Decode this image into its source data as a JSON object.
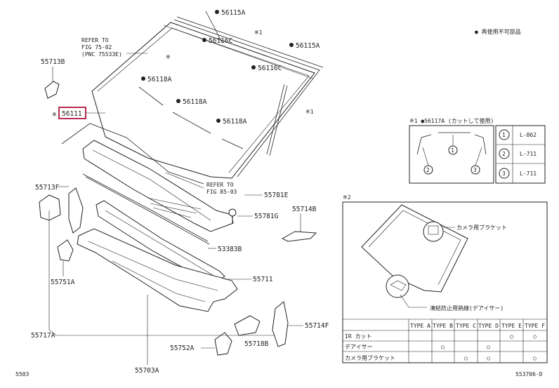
{
  "legend_note": "● 再使用不可部品",
  "refer_top": [
    "REFER TO",
    "FIG 75-02",
    "(PNC 75533E)"
  ],
  "refer_bottom": [
    "REFER TO",
    "FIG 85-03"
  ],
  "part_labels": {
    "p56115A_top": "56115A",
    "p56116C_top": "56116C",
    "p56115A_right": "56115A",
    "p56116C_right": "56116C",
    "p56118A_1": "56118A",
    "p56118A_2": "56118A",
    "p56118A_3": "56118A",
    "p55713B": "55713B",
    "p56111": "56111",
    "p55713F": "55713F",
    "p55781E": "55781E",
    "p55781G": "55781G",
    "p55714B": "55714B",
    "p53383B": "53383B",
    "p55711": "55711",
    "p55751A": "55751A",
    "p55717A": "55717A",
    "p55752A": "55752A",
    "p55718B": "55718B",
    "p55714F": "55714F",
    "p55703A": "55703A"
  },
  "marks": {
    "star1": "※1",
    "star2": "※2",
    "star": "※"
  },
  "callout1": {
    "title": "※1 ●56117A (カットして使用)",
    "items": [
      {
        "num": "1",
        "label": "L-862"
      },
      {
        "num": "2",
        "label": "L-711"
      },
      {
        "num": "3",
        "label": "L-711"
      }
    ]
  },
  "callout2": {
    "title": "※2",
    "camera_bracket": "カメラ用ブラケット",
    "defogger": "凍結防止用熱線(デアイサー)"
  },
  "type_table": {
    "headers": [
      "TYPE A",
      "TYPE B",
      "TYPE C",
      "TYPE D",
      "TYPE E",
      "TYPE F"
    ],
    "rows": [
      {
        "label": "IR カット",
        "marks": [
          "",
          "",
          "",
          "",
          "○",
          "○"
        ]
      },
      {
        "label": "デアイサー",
        "marks": [
          "",
          "○",
          "",
          "○",
          "",
          ""
        ]
      },
      {
        "label": "カメラ用ブラケット",
        "marks": [
          "",
          "",
          "○",
          "○",
          "",
          "○"
        ]
      }
    ]
  },
  "footer": {
    "left": "5503",
    "right": "553706-D"
  }
}
